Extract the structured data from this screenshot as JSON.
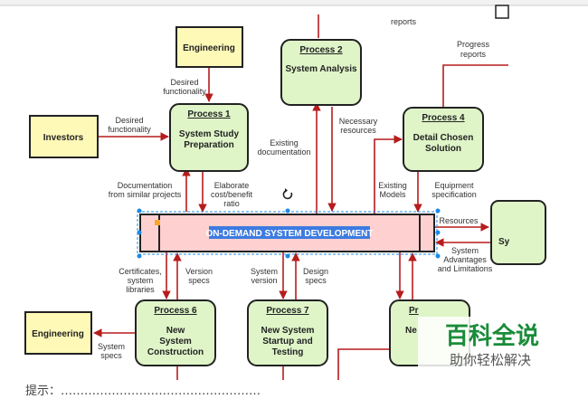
{
  "diagram": {
    "center_node": {
      "label": "ON-DEMAND SYSTEM DEVELOPMENT"
    },
    "external_entities": {
      "engineering_top": "Engineering",
      "investors": "Investors",
      "engineering_bottom": "Engineering",
      "right_partial": "Sy"
    },
    "processes": {
      "p1": {
        "number": "Process 1",
        "title_1": "System Study",
        "title_2": "Preparation"
      },
      "p2": {
        "number": "Process 2",
        "title_1": "System Analysis"
      },
      "p4": {
        "number": "Process 4",
        "title_1": "Detail Chosen",
        "title_2": "Solution"
      },
      "p6": {
        "number": "Process 6",
        "title_1": "New",
        "title_2": "System",
        "title_3": "Construction"
      },
      "p7": {
        "number": "Process 7",
        "title_1": "New System",
        "title_2": "Startup and",
        "title_3": "Testing"
      },
      "p8": {
        "number": "Pr",
        "title_1": "Ne"
      }
    },
    "flow_labels": {
      "reports_top": "reports",
      "progress_1": "Progress",
      "progress_2": "reports",
      "desired_func_top_1": "Desired",
      "desired_func_top_2": "functionality",
      "desired_func_left_1": "Desired",
      "desired_func_left_2": "functionality",
      "necessary_1": "Necessary",
      "necessary_2": "resources",
      "existing_doc_1": "Existing",
      "existing_doc_2": "documentation",
      "documentation_1": "Documentation",
      "documentation_2": "from similar projects",
      "elaborate_1": "Elaborate",
      "elaborate_2": "cost/benefit",
      "elaborate_3": "ratio",
      "existing_models_1": "Existing",
      "existing_models_2": "Models",
      "equipment_1": "Equipment",
      "equipment_2": "specification",
      "resources": "Resources",
      "advantages_1": "System",
      "advantages_2": "Advantages",
      "advantages_3": "and Limitations",
      "certificates_1": "Certificates,",
      "certificates_2": "system",
      "certificates_3": "libraries",
      "version_1": "Version",
      "version_2": "specs",
      "system_version_1": "System",
      "system_version_2": "version",
      "design_1": "Design",
      "design_2": "specs",
      "system_specs_1": "System",
      "system_specs_2": "specs"
    },
    "bottom_caption": "提示：……………………………………………"
  },
  "watermark": {
    "line1": "百科全说",
    "line2": "助你轻松解决"
  },
  "colors": {
    "process_fill": "#dff5c8",
    "entity_fill": "#fff9b8",
    "center_fill": "#ffd0d0",
    "arrow": "#b71c1c",
    "selection": "#1e88e5"
  }
}
